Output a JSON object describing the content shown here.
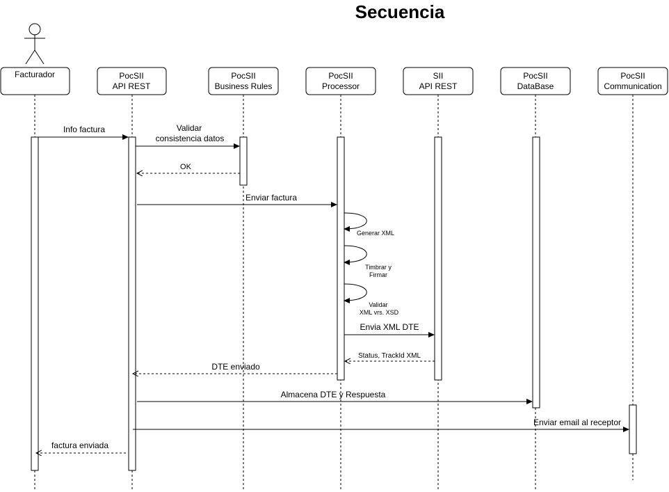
{
  "title": "Secuencia",
  "participants": [
    {
      "id": "facturador",
      "label": [
        "Facturador"
      ],
      "type": "actor"
    },
    {
      "id": "api-rest",
      "label": [
        "PocSII",
        "API REST"
      ],
      "type": "box"
    },
    {
      "id": "business-rules",
      "label": [
        "PocSII",
        "Business Rules"
      ],
      "type": "box"
    },
    {
      "id": "processor",
      "label": [
        "PocSII",
        "Processor"
      ],
      "type": "box"
    },
    {
      "id": "sii-api",
      "label": [
        "SII",
        "API REST"
      ],
      "type": "box"
    },
    {
      "id": "database",
      "label": [
        "PocSII",
        "DataBase"
      ],
      "type": "box"
    },
    {
      "id": "communication",
      "label": [
        "PocSII",
        "Communication"
      ],
      "type": "box"
    }
  ],
  "messages": [
    {
      "label": [
        "Info factura"
      ],
      "from": "facturador",
      "to": "api-rest",
      "style": "solid"
    },
    {
      "label": [
        "Validar",
        "consistencia datos"
      ],
      "from": "api-rest",
      "to": "business-rules",
      "style": "solid"
    },
    {
      "label": [
        "OK"
      ],
      "from": "business-rules",
      "to": "api-rest",
      "style": "dashed"
    },
    {
      "label": [
        "Enviar factura"
      ],
      "from": "api-rest",
      "to": "processor",
      "style": "solid"
    },
    {
      "label": [
        "Generar XML"
      ],
      "from": "processor",
      "to": "processor",
      "style": "self"
    },
    {
      "label": [
        "Timbrar y",
        "Firmar"
      ],
      "from": "processor",
      "to": "processor",
      "style": "self"
    },
    {
      "label": [
        "Validar",
        "XML  vrs. XSD"
      ],
      "from": "processor",
      "to": "processor",
      "style": "self"
    },
    {
      "label": [
        "Envia XML DTE"
      ],
      "from": "processor",
      "to": "sii-api",
      "style": "solid"
    },
    {
      "label": [
        "Status, TrackId XML"
      ],
      "from": "sii-api",
      "to": "processor",
      "style": "dashed"
    },
    {
      "label": [
        "DTE enviado"
      ],
      "from": "processor",
      "to": "api-rest",
      "style": "dashed"
    },
    {
      "label": [
        "Almacena DTE y Respuesta"
      ],
      "from": "api-rest",
      "to": "database",
      "style": "solid"
    },
    {
      "label": [
        "Enviar email al receptor"
      ],
      "from": "api-rest",
      "to": "communication",
      "style": "solid"
    },
    {
      "label": [
        "factura enviada"
      ],
      "from": "api-rest",
      "to": "facturador",
      "style": "dashed"
    }
  ]
}
